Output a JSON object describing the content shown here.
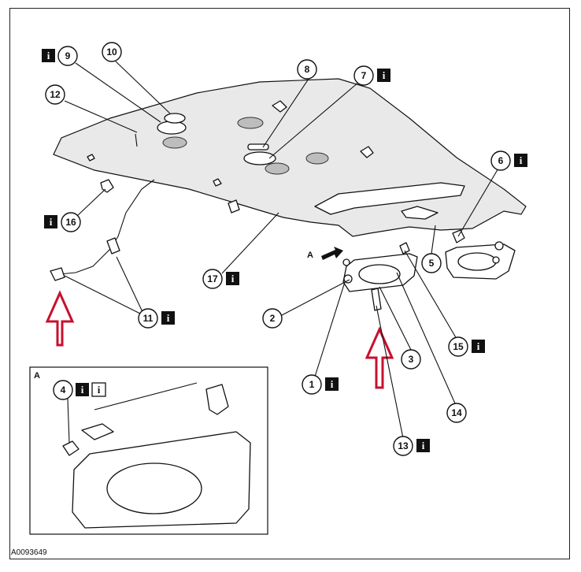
{
  "figure_id": "A0093649",
  "inset_label": "A",
  "view_arrow_label": "A",
  "callouts": [
    {
      "id": "c9",
      "num": "9"
    },
    {
      "id": "c10",
      "num": "10"
    },
    {
      "id": "c12",
      "num": "12"
    },
    {
      "id": "c8",
      "num": "8"
    },
    {
      "id": "c7",
      "num": "7"
    },
    {
      "id": "c6",
      "num": "6"
    },
    {
      "id": "c16",
      "num": "16"
    },
    {
      "id": "c5",
      "num": "5"
    },
    {
      "id": "c17",
      "num": "17"
    },
    {
      "id": "c2",
      "num": "2"
    },
    {
      "id": "c11",
      "num": "11"
    },
    {
      "id": "c15",
      "num": "15"
    },
    {
      "id": "c3",
      "num": "3"
    },
    {
      "id": "c1",
      "num": "1"
    },
    {
      "id": "c14",
      "num": "14"
    },
    {
      "id": "c13",
      "num": "13"
    },
    {
      "id": "c4",
      "num": "4"
    }
  ],
  "info_glyph": "i",
  "colors": {
    "arrow": "#c8102e",
    "line": "#111111"
  }
}
